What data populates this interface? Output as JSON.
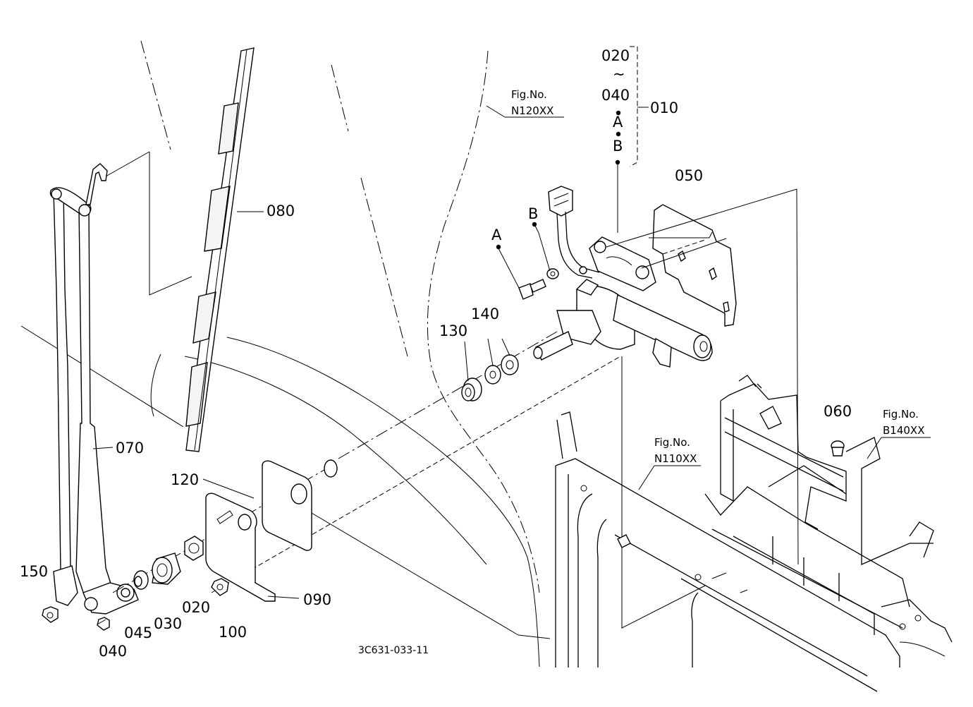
{
  "labels": {
    "p010": "010",
    "p020_top": "020",
    "tilde": "~",
    "p040_top": "040",
    "dot_a": "A",
    "dot_b": "B",
    "p050": "050",
    "p060": "060",
    "p070": "070",
    "p080": "080",
    "p090": "090",
    "p100": "100",
    "p120": "120",
    "p130": "130",
    "p140": "140",
    "p150": "150",
    "p020": "020",
    "p030": "030",
    "p040": "040",
    "p045": "045",
    "callout_a": "A",
    "callout_b": "B"
  },
  "fig_refs": {
    "n120_title": "Fig.No.",
    "n120_code": "N120XX",
    "n110_title": "Fig.No.",
    "n110_code": "N110XX",
    "b140_title": "Fig.No.",
    "b140_code": "B140XX"
  },
  "drawing_code": "3C631-033-11"
}
